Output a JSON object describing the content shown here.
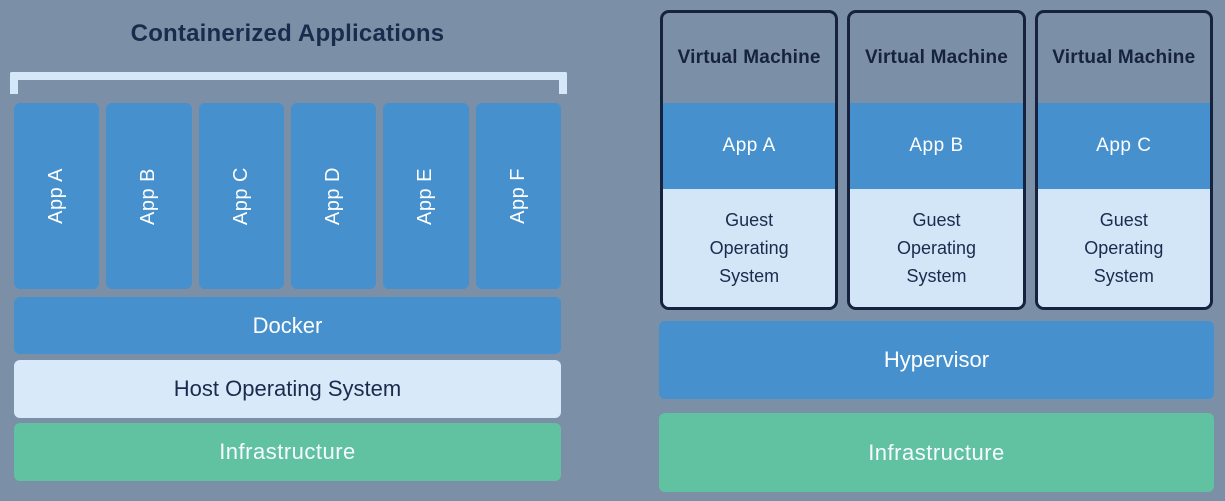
{
  "colors": {
    "background": "#7b90a6",
    "app_blue": "#4590cd",
    "light_blue": "#d8eaf9",
    "guest_light_blue": "#d2e6f7",
    "bracket_light_blue": "#d4e8fa",
    "green": "#61c2a2",
    "navy": "#1b2b4d",
    "vm_border_navy": "#16223e"
  },
  "left_panel": {
    "title": "Containerized Applications",
    "apps": [
      "App A",
      "App B",
      "App C",
      "App D",
      "App E",
      "App F"
    ],
    "layers": {
      "docker": "Docker",
      "host_os": "Host Operating System",
      "infrastructure": "Infrastructure"
    }
  },
  "right_panel": {
    "vms": [
      {
        "title": "Virtual Machine",
        "app": "App A",
        "guest_os": "Guest Operating System"
      },
      {
        "title": "Virtual Machine",
        "app": "App B",
        "guest_os": "Guest Operating System"
      },
      {
        "title": "Virtual Machine",
        "app": "App C",
        "guest_os": "Guest Operating System"
      }
    ],
    "layers": {
      "hypervisor": "Hypervisor",
      "infrastructure": "Infrastructure"
    }
  }
}
